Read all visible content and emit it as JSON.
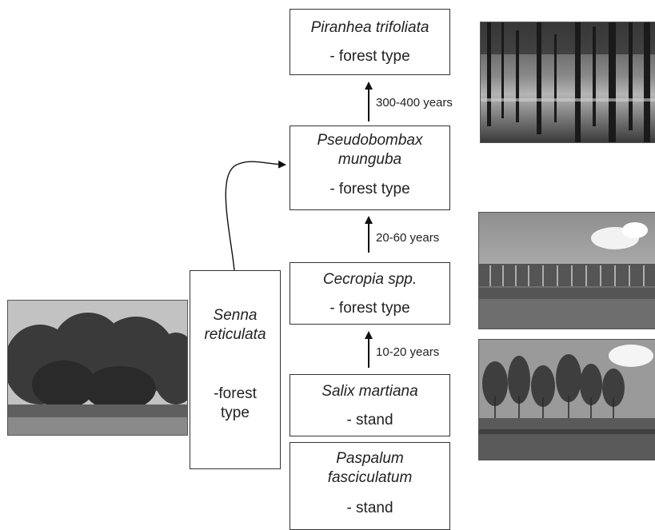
{
  "stages": [
    {
      "id": "piranhea",
      "species": "Piranhea trifoliata",
      "type": "- forest type"
    },
    {
      "id": "pseudobombax",
      "species_line1": "Pseudobombax",
      "species_line2": "munguba",
      "type": "- forest type"
    },
    {
      "id": "cecropia",
      "species": "Cecropia spp.",
      "type": "- forest type"
    },
    {
      "id": "salix",
      "species": "Salix martiana",
      "type": "- stand"
    },
    {
      "id": "paspalum",
      "species_line1": "Paspalum",
      "species_line2": "fasciculatum",
      "type": "- stand"
    },
    {
      "id": "senna",
      "species_line1": "Senna",
      "species_line2": "reticulata",
      "type_line1": "-forest",
      "type_line2": "type"
    }
  ],
  "durations": {
    "pseudobombax_to_piranhea": "300-400 years",
    "cecropia_to_pseudobombax": "20-60 years",
    "salix_to_cecropia": "10-20 years"
  },
  "photos": [
    {
      "id": "flooded-forest",
      "depicts": "flooded Piranhea forest"
    },
    {
      "id": "cecropia-river-edge",
      "depicts": "Cecropia stand at river edge"
    },
    {
      "id": "salix-stand",
      "depicts": "young Salix stand on mudbank"
    },
    {
      "id": "senna-riverbank",
      "depicts": "Senna shrubs on riverbank"
    }
  ]
}
